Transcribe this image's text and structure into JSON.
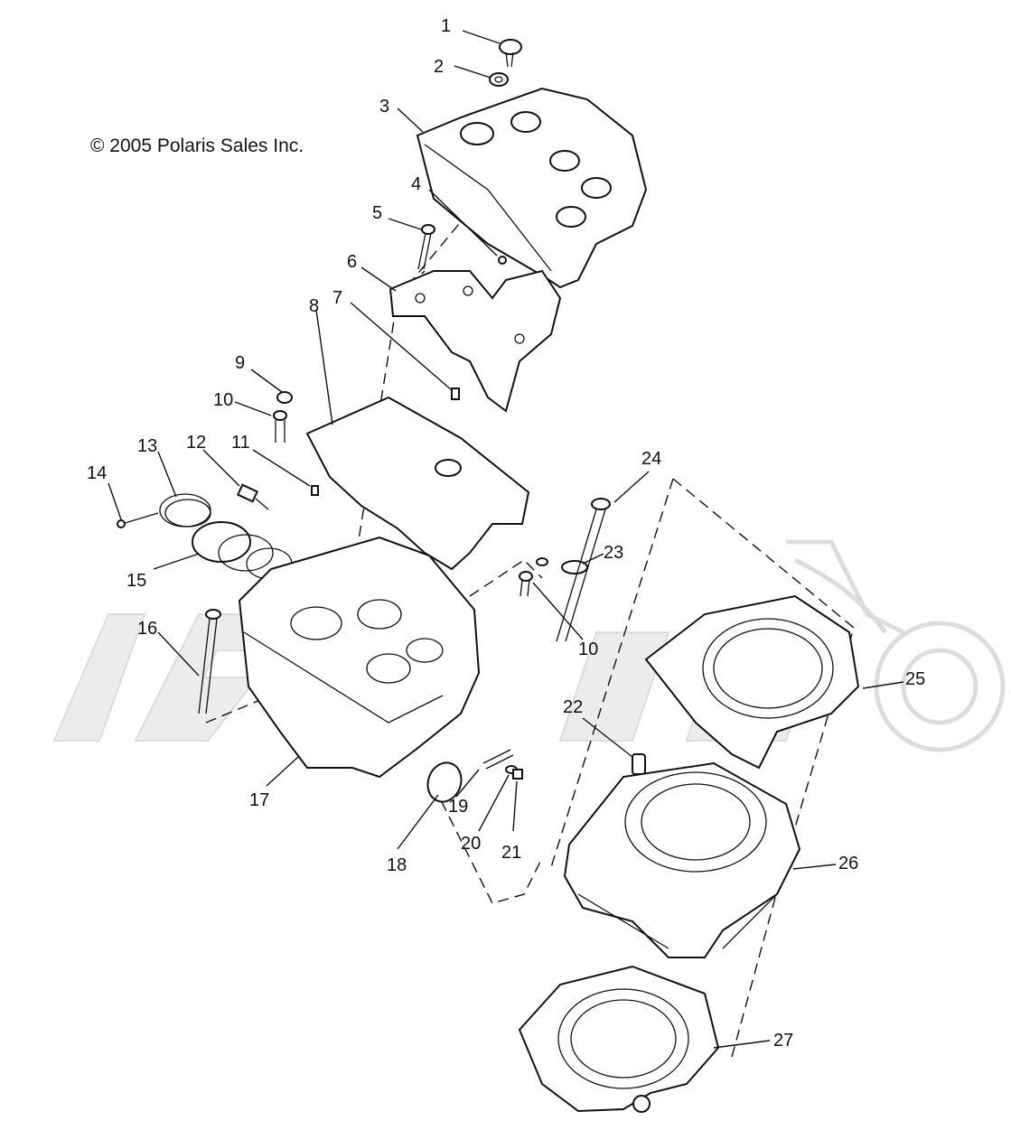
{
  "copyright": "© 2005 Polaris Sales Inc.",
  "callouts": [
    "1",
    "2",
    "3",
    "4",
    "5",
    "6",
    "7",
    "8",
    "9",
    "10",
    "11",
    "12",
    "13",
    "14",
    "15",
    "16",
    "17",
    "18",
    "19",
    "20",
    "21",
    "22",
    "23",
    "24",
    "10",
    "25",
    "26",
    "27"
  ],
  "colors": {
    "ink": "#111111",
    "watermark": "#dcdcdc"
  }
}
